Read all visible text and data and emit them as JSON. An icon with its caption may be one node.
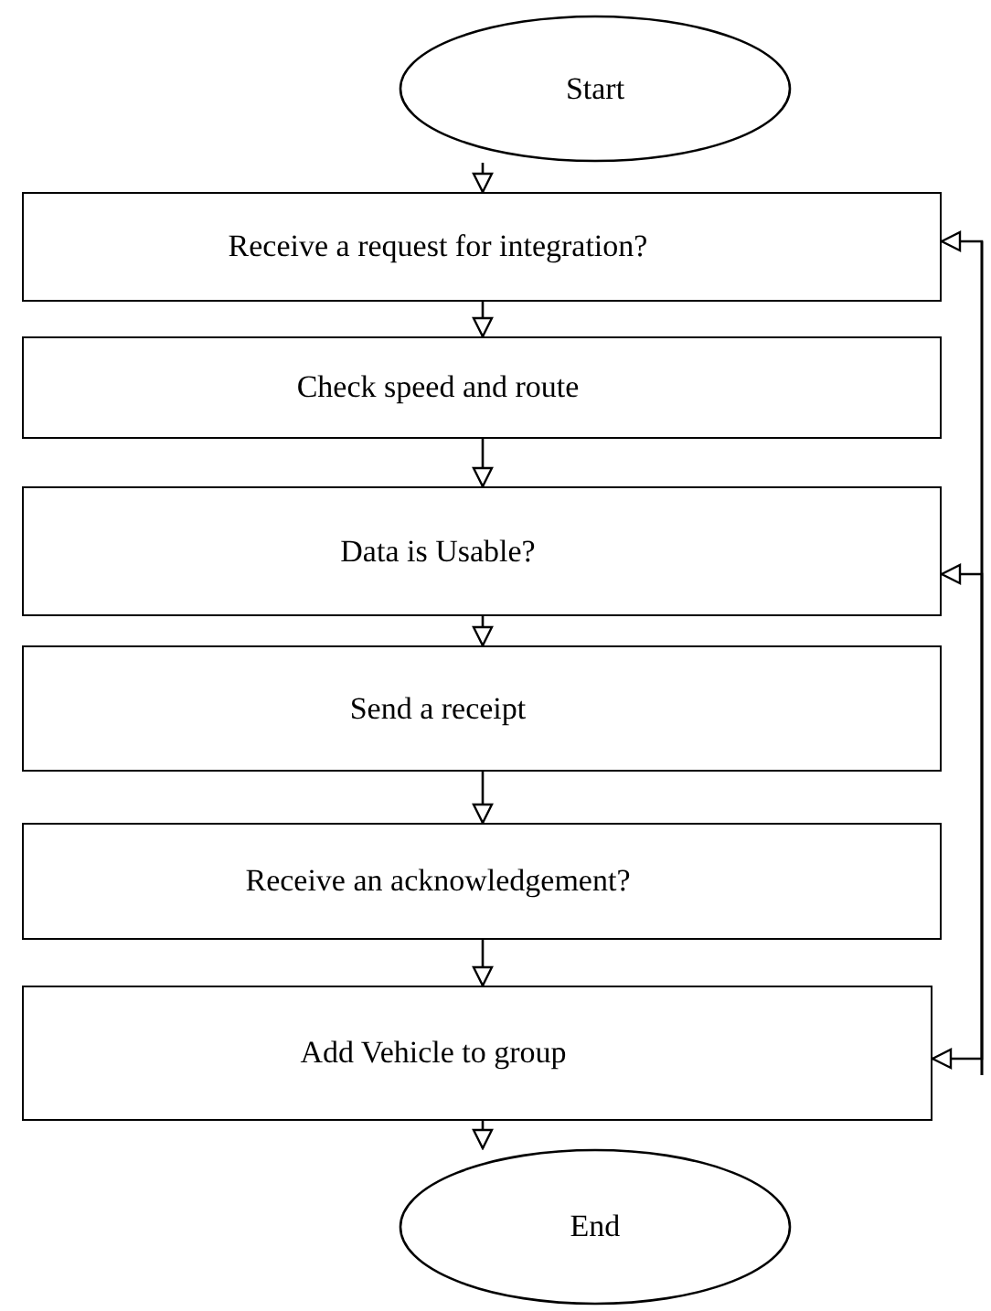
{
  "diagram": {
    "nodes": [
      {
        "text": [
          "Start"
        ]
      },
      {
        "text": [
          "Receive a request for integration?"
        ]
      },
      {
        "text": [
          "Check speed and route"
        ]
      },
      {
        "text": [
          "Data is Usable?"
        ]
      },
      {
        "text": [
          "Send a receipt"
        ]
      },
      {
        "text": [
          "Receive an acknowledgement?"
        ]
      },
      {
        "text": [
          "Add Vehicle to group"
        ]
      },
      {
        "text": [
          "End"
        ]
      }
    ],
    "edges": [
      {
        "from": 0,
        "to": 1,
        "arrow": "to"
      },
      {
        "from": 1,
        "to": 2,
        "arrow": "to"
      },
      {
        "from": 2,
        "to": 3,
        "arrow": "to"
      },
      {
        "from": 3,
        "to": 4,
        "arrow": "to"
      },
      {
        "from": 4,
        "to": 5,
        "arrow": "to"
      },
      {
        "from": 5,
        "to": 6,
        "arrow": "to"
      },
      {
        "from": 6,
        "to": 7,
        "arrow": "to"
      },
      {
        "from": null,
        "to": 1,
        "arrow": "to"
      },
      {
        "from": null,
        "to": 3,
        "arrow": "to"
      },
      {
        "from": null,
        "to": 6,
        "arrow": "to"
      }
    ]
  }
}
